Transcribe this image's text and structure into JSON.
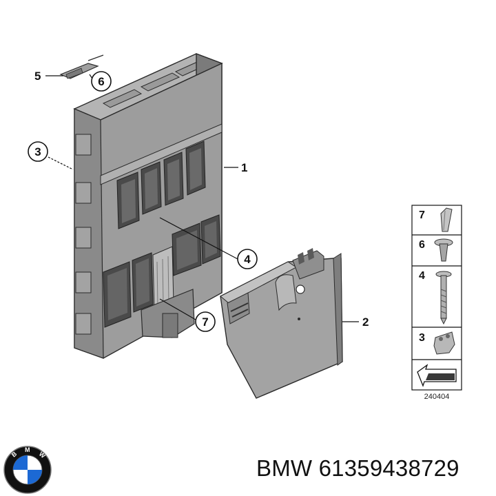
{
  "callouts": {
    "c1": "1",
    "c2": "2",
    "c3": "3",
    "c4": "4",
    "c5": "5",
    "c6": "6",
    "c7": "7"
  },
  "legend": {
    "items": [
      "7",
      "6",
      "4",
      "3"
    ],
    "code": "240404"
  },
  "footer": {
    "brand": "BMW",
    "part_number": "61359438729",
    "text": "BMW 61359438729"
  },
  "colors": {
    "housing_light": "#a9a9a9",
    "housing_mid": "#8f8f8f",
    "housing_dark": "#6e6e6e",
    "outline": "#2b2b2b",
    "bmw_blue": "#1c69d4"
  }
}
